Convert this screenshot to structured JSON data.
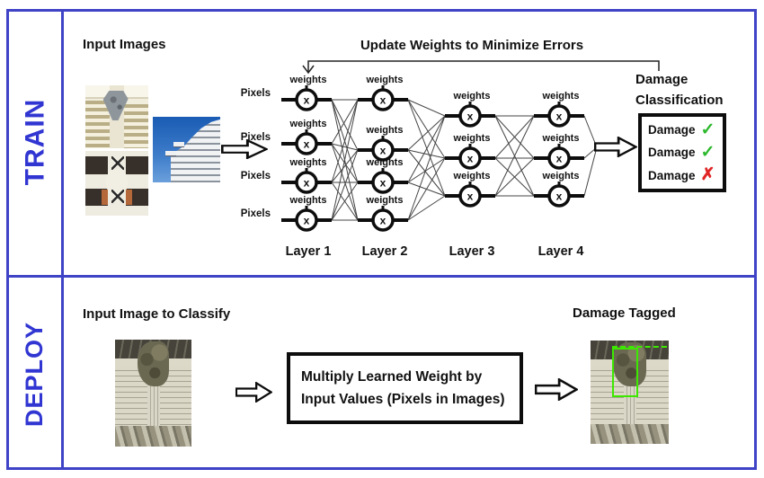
{
  "colors": {
    "frame_blue": "#3f43c6",
    "section_label_blue": "#3136d2",
    "check_green": "#2db92d",
    "cross_red": "#e02525",
    "tag_green": "#3ce800"
  },
  "train": {
    "section_label": "TRAIN",
    "input_heading": "Input Images",
    "network": {
      "feedback_label": "Update Weights to Minimize Errors",
      "pixels_label": "Pixels",
      "weights_label": "weights",
      "node_symbol": "x",
      "layers": [
        {
          "label": "Layer 1",
          "nodes": 4
        },
        {
          "label": "Layer 2",
          "nodes": 4
        },
        {
          "label": "Layer 3",
          "nodes": 3
        },
        {
          "label": "Layer 4",
          "nodes": 3
        }
      ]
    },
    "classification": {
      "title_line1": "Damage",
      "title_line2": "Classification",
      "check_glyph": "✓",
      "cross_glyph": "✗",
      "rows": [
        {
          "label": "Damage",
          "result": "pass"
        },
        {
          "label": "Damage",
          "result": "pass"
        },
        {
          "label": "Damage",
          "result": "fail"
        }
      ]
    }
  },
  "deploy": {
    "section_label": "DEPLOY",
    "input_heading": "Input Image to Classify",
    "process_line1": "Multiply Learned Weight by",
    "process_line2": "Input Values (Pixels in Images)",
    "output_heading": "Damage Tagged"
  }
}
